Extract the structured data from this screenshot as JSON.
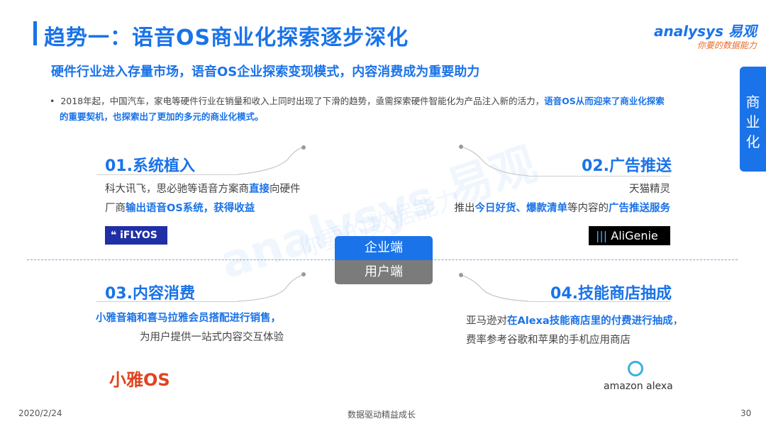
{
  "header": {
    "title": "趋势一：语音OS商业化探索逐步深化",
    "subtitle": "硬件行业进入存量市场，语音OS企业探索变现模式，内容消费成为重要助力"
  },
  "brand": {
    "name": "analysys 易观",
    "slogan": "你要的数据能力"
  },
  "side_tab": {
    "label_lines": [
      "商",
      "业",
      "化"
    ]
  },
  "bullet": {
    "part1": "2018年起，中国汽车，家电等硬件行业在销量和收入上同时出现了下滑的趋势，亟需探索硬件智能化为产品注入新的活力，",
    "highlight_a": "语音OS从而迎来了商业化探索",
    "highlight_b": "的重要契机，也探索出了更加的多元的商业化模式。"
  },
  "center": {
    "top_label": "企业端",
    "bottom_label": "用户端"
  },
  "q1": {
    "title": "01.系统植入",
    "line1_a": "科大讯飞，思必驰等语音方案商",
    "line1_b": "直接",
    "line1_c": "向硬件",
    "line2_a": "厂商",
    "line2_b": "输出语音OS系统，获得收益",
    "logo": "iFLYOS"
  },
  "q2": {
    "title": "02.广告推送",
    "line1": "天猫精灵",
    "line2_a": "推出",
    "line2_b": "今日好货、爆款清单",
    "line2_c": "等内容的",
    "line2_d": "广告推送服务",
    "logo": "AliGenie"
  },
  "q3": {
    "title": "03.内容消费",
    "line1": "小雅音箱和喜马拉雅会员搭配进行销售，",
    "line2": "为用户提供一站式内容交互体验",
    "logo": "小雅OS"
  },
  "q4": {
    "title": "04.技能商店抽成",
    "line1_a": "亚马逊对",
    "line1_b": "在Alexa技能商店里的付费进行抽成",
    "line1_c": "，",
    "line2": "费率参考谷歌和苹果的手机应用商店",
    "logo": "amazon alexa"
  },
  "footer": {
    "date": "2020/2/24",
    "center": "数据驱动精益成长",
    "page": "30"
  },
  "colors": {
    "accent": "#1a73e8",
    "gray_box": "#7b7b7b",
    "logo_blue": "#1f2fa6",
    "xiaoya_red": "#e0431e"
  }
}
